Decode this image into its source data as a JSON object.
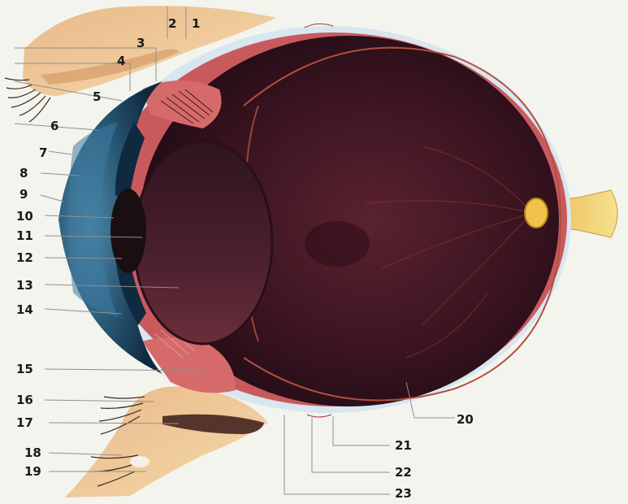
{
  "diagram": {
    "labels": [
      "1",
      "2",
      "3",
      "4",
      "5",
      "6",
      "7",
      "8",
      "9",
      "10",
      "11",
      "12",
      "13",
      "14",
      "15",
      "16",
      "17",
      "18",
      "19",
      "20",
      "21",
      "22",
      "23"
    ]
  },
  "colors": {
    "background": "#f4f4ee",
    "eye_interior": "#3a1420",
    "retina_red": "#c85a5e",
    "sclera_rim": "#f2e0dc",
    "eyelid_skin": "#eecb98",
    "iris_blue": "#2a5a78",
    "optic_nerve": "#f3d67a",
    "leader_lines": "#8f8f8f"
  }
}
